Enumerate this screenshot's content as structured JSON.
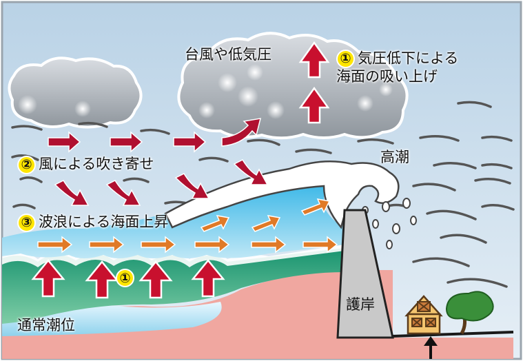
{
  "labels": {
    "cyclone": "台風や低気圧",
    "factor1_line1": "気圧低下による",
    "factor1_line2": "海面の吸い上げ",
    "storm_surge": "高潮",
    "factor2": "風による吹き寄せ",
    "factor3": "波浪による海面上昇",
    "seawall": "護岸",
    "normal_tide": "通常潮位"
  },
  "badges": {
    "top": "①",
    "wind": "②",
    "wave": "③",
    "sea": "①"
  },
  "colors": {
    "sky": "#cfe0ee",
    "sea_top": "#35b8e8",
    "sea_band": "#1d9a82",
    "wall": "#c9c9c9",
    "ground": "#f0a7a0",
    "red_arrow": "#c8102e",
    "orange_arrow": "#e07a27",
    "badge": "#ffe600"
  }
}
